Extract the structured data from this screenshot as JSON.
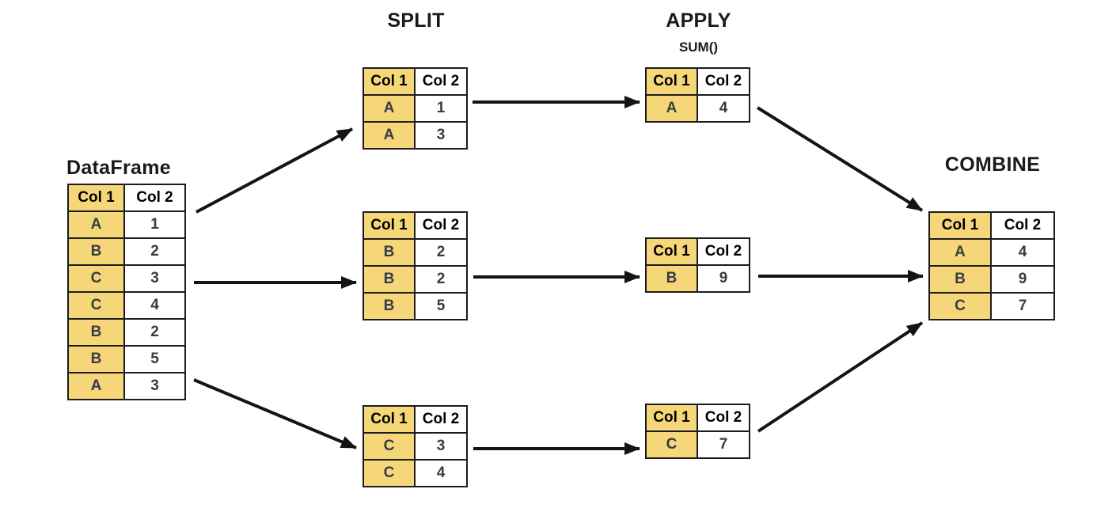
{
  "titles": {
    "dataframe": "DataFrame",
    "split": "SPLIT",
    "apply": "APPLY",
    "apply_function": "SUM()",
    "combine": "COMBINE"
  },
  "dataframe": {
    "headers": [
      "Col 1",
      "Col 2"
    ],
    "rows": [
      [
        "A",
        "1"
      ],
      [
        "B",
        "2"
      ],
      [
        "C",
        "3"
      ],
      [
        "C",
        "4"
      ],
      [
        "B",
        "2"
      ],
      [
        "B",
        "5"
      ],
      [
        "A",
        "3"
      ]
    ]
  },
  "split": {
    "groups": [
      {
        "headers": [
          "Col 1",
          "Col 2"
        ],
        "rows": [
          [
            "A",
            "1"
          ],
          [
            "A",
            "3"
          ]
        ]
      },
      {
        "headers": [
          "Col 1",
          "Col 2"
        ],
        "rows": [
          [
            "B",
            "2"
          ],
          [
            "B",
            "2"
          ],
          [
            "B",
            "5"
          ]
        ]
      },
      {
        "headers": [
          "Col 1",
          "Col 2"
        ],
        "rows": [
          [
            "C",
            "3"
          ],
          [
            "C",
            "4"
          ]
        ]
      }
    ]
  },
  "apply": {
    "groups": [
      {
        "headers": [
          "Col 1",
          "Col 2"
        ],
        "rows": [
          [
            "A",
            "4"
          ]
        ]
      },
      {
        "headers": [
          "Col 1",
          "Col 2"
        ],
        "rows": [
          [
            "B",
            "9"
          ]
        ]
      },
      {
        "headers": [
          "Col 1",
          "Col 2"
        ],
        "rows": [
          [
            "C",
            "7"
          ]
        ]
      }
    ]
  },
  "combine": {
    "headers": [
      "Col 1",
      "Col 2"
    ],
    "rows": [
      [
        "A",
        "4"
      ],
      [
        "B",
        "9"
      ],
      [
        "C",
        "7"
      ]
    ]
  },
  "colors": {
    "key_cell_bg": "#f5d679",
    "border_color": "#1c1c1c",
    "arrow_color": "#141414",
    "title_color": "#1a1a1a",
    "header_text": "#000000",
    "cell_text": "#363b46"
  }
}
